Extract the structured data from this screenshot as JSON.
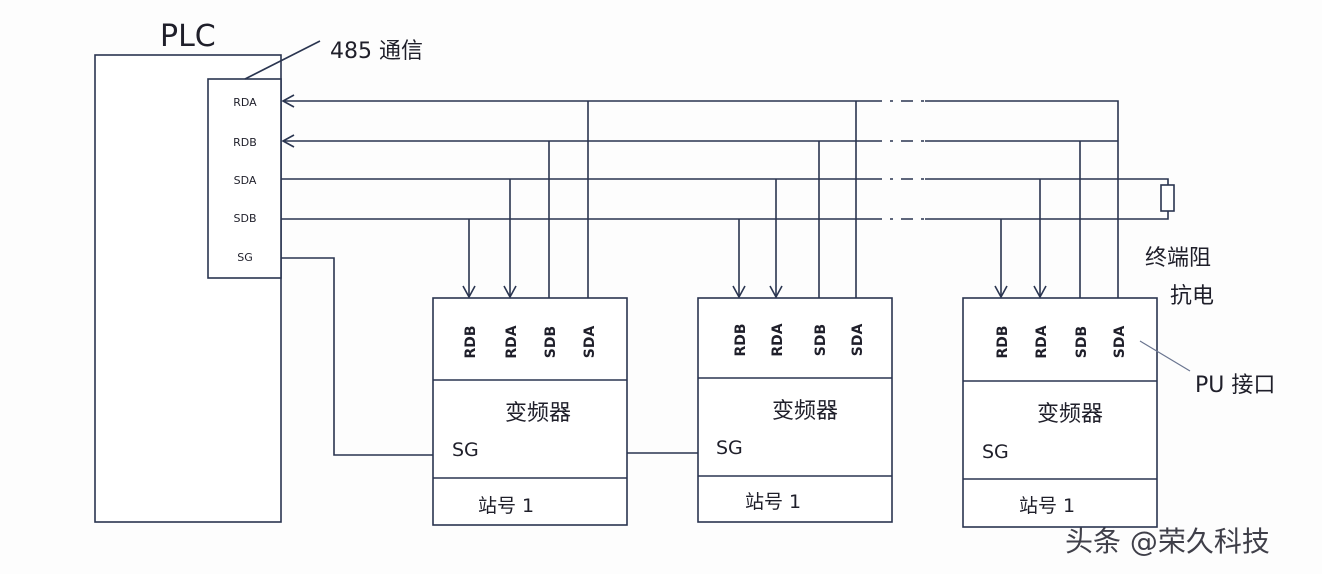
{
  "plc": {
    "title": "PLC",
    "comm_label": "485 通信",
    "terminals": [
      "RDA",
      "RDB",
      "SDA",
      "SDB",
      "SG"
    ]
  },
  "drives": [
    {
      "terminals": [
        "RDB",
        "RDA",
        "SDB",
        "SDA"
      ],
      "name": "变频器",
      "sg": "SG",
      "station": "站号 1"
    },
    {
      "terminals": [
        "RDB",
        "RDA",
        "SDB",
        "SDA"
      ],
      "name": "变频器",
      "sg": "SG",
      "station": "站号 1"
    },
    {
      "terminals": [
        "RDB",
        "RDA",
        "SDB",
        "SDA"
      ],
      "name": "变频器",
      "sg": "SG",
      "station": "站号 1"
    }
  ],
  "terminator": {
    "line1": "终端阻",
    "line2": "抗电"
  },
  "pu_label": "PU 接口",
  "watermark": "头条 @荣久科技",
  "colors": {
    "line": "#2a3550",
    "text": "#1f1f2a"
  }
}
